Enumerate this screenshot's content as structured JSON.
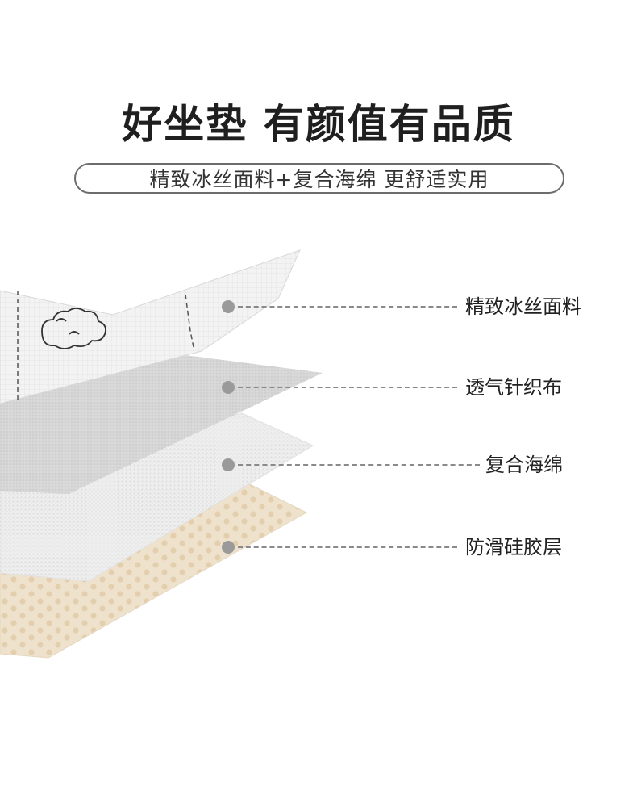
{
  "header": {
    "title": "好坐垫 有颜值有品质",
    "subtitle": "精致冰丝面料+复合海绵 更舒适实用"
  },
  "callouts": [
    {
      "label": "精致冰丝面料"
    },
    {
      "label": "透气针织布"
    },
    {
      "label": "复合海绵"
    },
    {
      "label": "防滑硅胶层"
    }
  ],
  "colors": {
    "fabric": "#f1f1f1",
    "knit": "#d4d4d4",
    "sponge": "#ececec",
    "silicone": "#ecdcc4",
    "dot": "#9a9a9a",
    "line": "#8a8a8a"
  }
}
